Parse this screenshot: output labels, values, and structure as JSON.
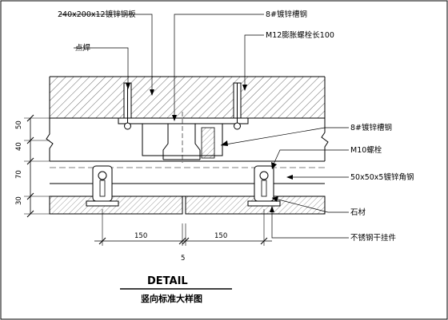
{
  "labels": {
    "steel_plate": "240x200x12镀锌钢板",
    "channel_top": "8#镀锌槽钢",
    "bolt_m12": "M12膨胀螺栓长100",
    "spot_weld": "点焊",
    "channel_right": "8#镀锌槽钢",
    "bolt_m10": "M10螺栓",
    "angle_steel": "50x50x5镀锌角钢",
    "stone": "石材",
    "stainless_pin": "不锈钢干挂件"
  },
  "dimensions": {
    "left_50": "50",
    "left_40": "40",
    "left_70": "70",
    "left_30": "30",
    "bottom_150_left": "150",
    "bottom_150_right": "150",
    "bottom_5": "5"
  },
  "footer": {
    "title": "DETAIL",
    "subtitle": "竖向标准大样图"
  }
}
